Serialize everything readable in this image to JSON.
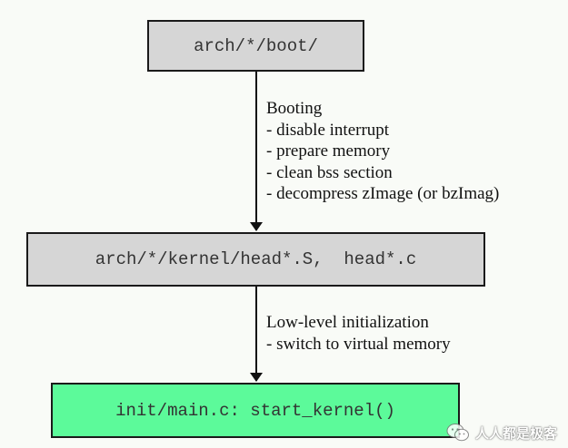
{
  "nodes": {
    "boot": {
      "label": "arch/*/boot/"
    },
    "kernel_head": {
      "label": "arch/*/kernel/head*.S,  head*.c"
    },
    "start_kernel": {
      "label": "init/main.c: start_kernel()"
    }
  },
  "edges": {
    "boot_to_head": {
      "title": "Booting",
      "items": [
        "- disable interrupt",
        "- prepare memory",
        "- clean bss section",
        "- decompress zImage (or bzImag)"
      ]
    },
    "head_to_start": {
      "title": "Low-level initialization",
      "items": [
        "- switch to virtual memory"
      ]
    }
  },
  "colors": {
    "box_gray": "#d6d6d6",
    "box_green": "#5cfa9a",
    "background": "#f9fbf7"
  },
  "watermark": {
    "text": "人人都是极客",
    "icon": "wechat-icon"
  }
}
